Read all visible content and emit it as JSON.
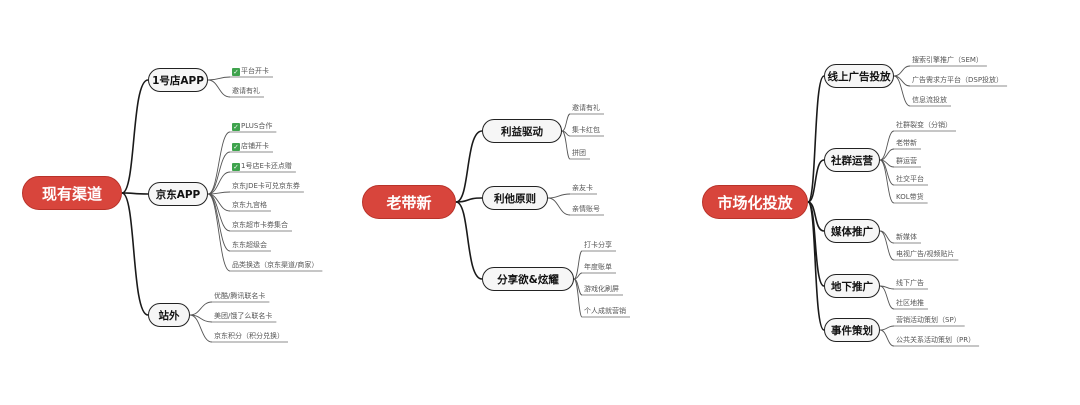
{
  "colors": {
    "root_fill": "#d8453c",
    "branch_border": "#222222",
    "check_green": "#3fa34d"
  },
  "maps": [
    {
      "root": "现有渠道",
      "branches": [
        {
          "label": "1号店APP",
          "leaves": [
            {
              "text": "平台开卡",
              "check": true
            },
            {
              "text": "邀请有礼",
              "check": false
            }
          ]
        },
        {
          "label": "京东APP",
          "leaves": [
            {
              "text": "PLUS合作",
              "check": true
            },
            {
              "text": "店铺开卡",
              "check": true
            },
            {
              "text": "1号店E卡还点赠",
              "check": true
            },
            {
              "text": "京东JDE卡可兑京东券",
              "check": false
            },
            {
              "text": "京东九宫格",
              "check": false
            },
            {
              "text": "京东超市卡券集合",
              "check": false
            },
            {
              "text": "东东超级会",
              "check": false
            },
            {
              "text": "品类换选（京东渠道/商家）",
              "check": false
            }
          ]
        },
        {
          "label": "站外",
          "leaves": [
            {
              "text": "优酷/腾讯联名卡",
              "check": false
            },
            {
              "text": "美团/饿了么联名卡",
              "check": false
            },
            {
              "text": "京东积分（积分兑换）",
              "check": false
            }
          ]
        }
      ]
    },
    {
      "root": "老带新",
      "branches": [
        {
          "label": "利益驱动",
          "leaves": [
            {
              "text": "邀请有礼",
              "check": false
            },
            {
              "text": "集卡红包",
              "check": false
            },
            {
              "text": "拼团",
              "check": false
            }
          ]
        },
        {
          "label": "利他原则",
          "leaves": [
            {
              "text": "亲友卡",
              "check": false
            },
            {
              "text": "亲情账号",
              "check": false
            }
          ]
        },
        {
          "label": "分享欲&炫耀",
          "leaves": [
            {
              "text": "打卡分享",
              "check": false
            },
            {
              "text": "年度账单",
              "check": false
            },
            {
              "text": "游戏化刷屏",
              "check": false
            },
            {
              "text": "个人成就营销",
              "check": false
            }
          ]
        }
      ]
    },
    {
      "root": "市场化投放",
      "branches": [
        {
          "label": "线上广告投放",
          "leaves": [
            {
              "text": "搜索引擎推广（SEM）",
              "check": false
            },
            {
              "text": "广告需求方平台（DSP投放）",
              "check": false
            },
            {
              "text": "信息流投放",
              "check": false
            }
          ]
        },
        {
          "label": "社群运营",
          "leaves": [
            {
              "text": "社群裂变（分销）",
              "check": false
            },
            {
              "text": "老带新",
              "check": false
            },
            {
              "text": "群运营",
              "check": false
            },
            {
              "text": "社交平台",
              "check": false
            },
            {
              "text": "KOL带货",
              "check": false
            }
          ]
        },
        {
          "label": "媒体推广",
          "leaves": [
            {
              "text": "新媒体",
              "check": false
            },
            {
              "text": "电视广告/视频贴片",
              "check": false
            }
          ]
        },
        {
          "label": "地下推广",
          "leaves": [
            {
              "text": "线下广告",
              "check": false
            },
            {
              "text": "社区地推",
              "check": false
            }
          ]
        },
        {
          "label": "事件策划",
          "leaves": [
            {
              "text": "营销活动策划（SP）",
              "check": false
            },
            {
              "text": "公共关系活动策划（PR）",
              "check": false
            }
          ]
        }
      ]
    }
  ]
}
